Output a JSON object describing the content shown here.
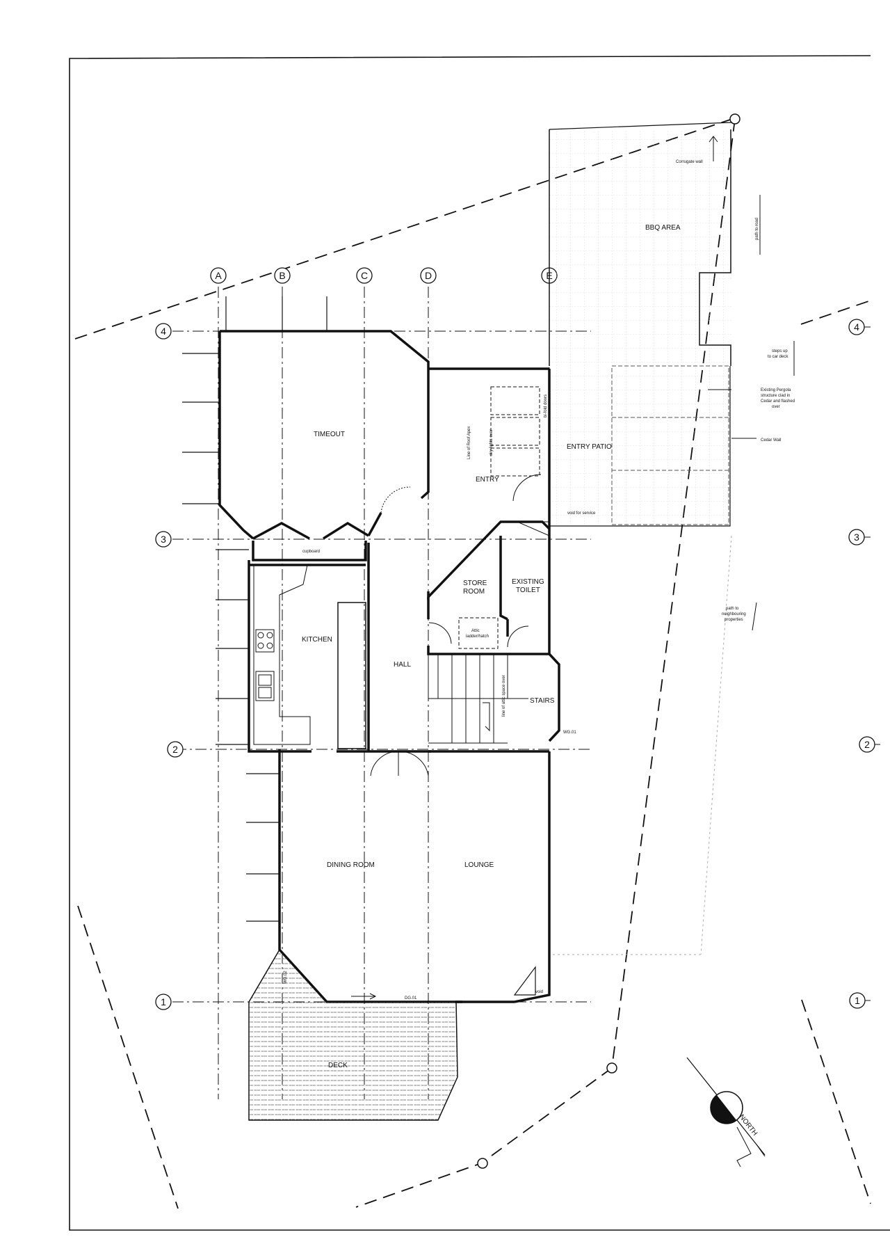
{
  "grid": {
    "columns": [
      "A",
      "B",
      "C",
      "D",
      "E"
    ],
    "rows": [
      "4",
      "3",
      "2",
      "1"
    ]
  },
  "rooms": {
    "bbq": "BBQ AREA",
    "timeout": "TIMEOUT",
    "entry_patio": "ENTRY PATIO",
    "entry": "ENTRY",
    "store_1": "STORE",
    "store_2": "ROOM",
    "toilet_1": "EXISTING",
    "toilet_2": "TOILET",
    "kitchen": "KITCHEN",
    "hall": "HALL",
    "stairs": "STAIRS",
    "dining": "DINING ROOM",
    "lounge": "LOUNGE",
    "deck": "DECK"
  },
  "notes": {
    "corrugate": "Corrugate wall",
    "path_road": "path to road",
    "steps_1": "steps up",
    "steps_2": "to car deck",
    "pergola_1": "Existing Pergola",
    "pergola_2": "structure clad in",
    "pergola_3": "Cedar and flashed",
    "pergola_4": "over",
    "cedar_wall": "Cedar Wall",
    "bifold": "bi-fold doors",
    "roof_apex": "Line of Roof Apex",
    "sky_lights": "sky lights over",
    "void_service": "void for service",
    "cupboard": "cupboard",
    "attic_1": "Attic",
    "attic_2": "ladder/hatch",
    "attic_space": "line of attic space over",
    "path_neigh_1": "path to",
    "path_neigh_2": "neighbouring",
    "path_neigh_3": "properties",
    "wg01": "WG.01",
    "wg02": "WG.02",
    "dg01": "DG.01",
    "void": "void",
    "north": "NORTH"
  }
}
